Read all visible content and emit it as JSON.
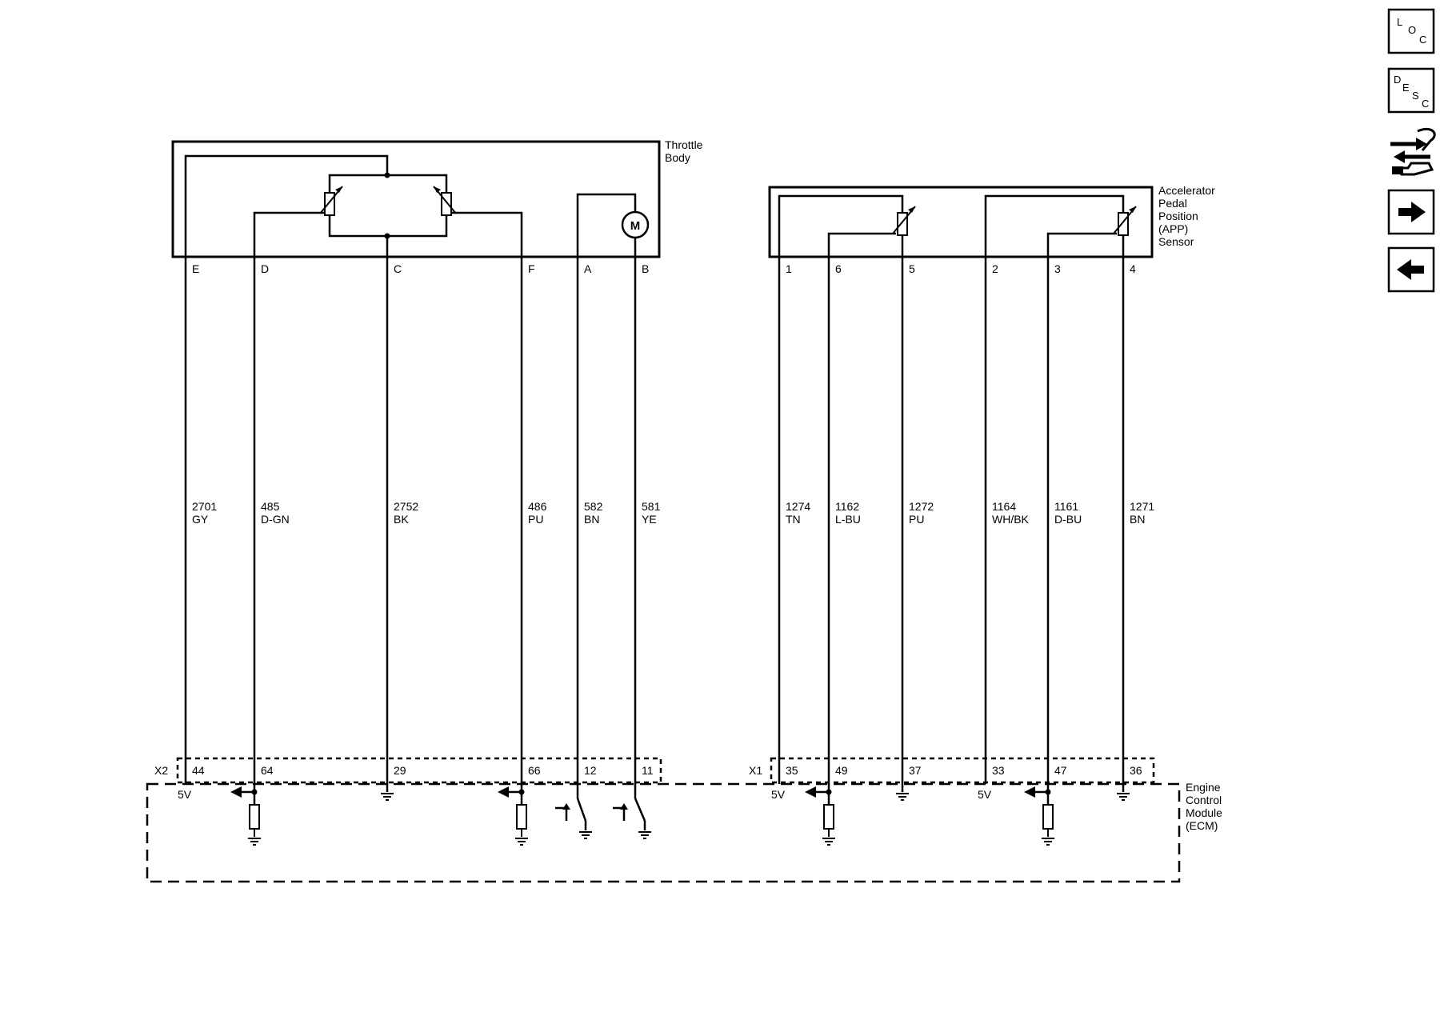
{
  "throttle_body": {
    "label_lines": [
      "Throttle",
      "Body"
    ],
    "pins": [
      "E",
      "D",
      "C",
      "F",
      "A",
      "B"
    ],
    "motor_symbol": "M"
  },
  "app_sensor": {
    "label_lines": [
      "Accelerator",
      "Pedal",
      "Position",
      "(APP)",
      "Sensor"
    ],
    "pins": [
      "1",
      "6",
      "5",
      "2",
      "3",
      "4"
    ]
  },
  "ecm": {
    "label_lines": [
      "Engine",
      "Control",
      "Module",
      "(ECM)"
    ],
    "x2_connector": "X2",
    "x1_connector": "X1",
    "x2_pins": [
      "44",
      "64",
      "29",
      "66",
      "12",
      "11"
    ],
    "x1_pins": [
      "35",
      "49",
      "37",
      "33",
      "47",
      "36"
    ],
    "ref_voltage": "5V"
  },
  "wires": [
    {
      "circuit": "2701",
      "color": "GY"
    },
    {
      "circuit": "485",
      "color": "D-GN"
    },
    {
      "circuit": "2752",
      "color": "BK"
    },
    {
      "circuit": "486",
      "color": "PU"
    },
    {
      "circuit": "582",
      "color": "BN"
    },
    {
      "circuit": "581",
      "color": "YE"
    },
    {
      "circuit": "1274",
      "color": "TN"
    },
    {
      "circuit": "1162",
      "color": "L-BU"
    },
    {
      "circuit": "1272",
      "color": "PU"
    },
    {
      "circuit": "1164",
      "color": "WH/BK"
    },
    {
      "circuit": "1161",
      "color": "D-BU"
    },
    {
      "circuit": "1271",
      "color": "BN"
    }
  ],
  "nav": {
    "loc_letters": [
      "L",
      "O",
      "C"
    ],
    "desc_letters": [
      "D",
      "E",
      "S",
      "C"
    ],
    "icons": [
      "loc-icon",
      "desc-icon",
      "connector-tool-icon",
      "arrow-right-icon",
      "arrow-left-icon"
    ]
  }
}
